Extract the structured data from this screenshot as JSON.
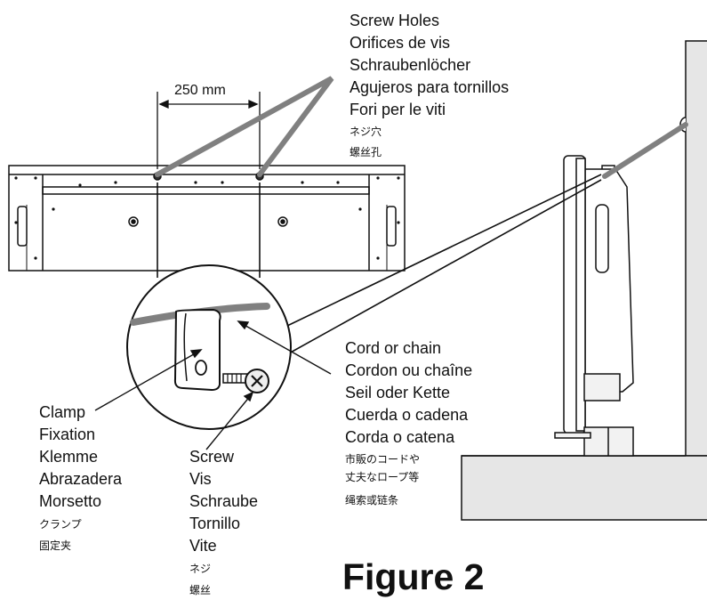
{
  "dimension": "250 mm",
  "screw_holes": {
    "lines": [
      "Screw Holes",
      "Orifices de vis",
      "Schraubenlöcher",
      "Agujeros para tornillos",
      "Fori per le viti"
    ],
    "small": [
      "ネジ穴",
      "螺丝孔"
    ]
  },
  "cord": {
    "lines": [
      "Cord or chain",
      "Cordon ou chaîne",
      "Seil oder Kette",
      "Cuerda o cadena",
      "Corda o catena"
    ],
    "small": [
      "市販のコードや",
      "丈夫なロープ等",
      "绳索或链条"
    ]
  },
  "clamp": {
    "lines": [
      "Clamp",
      "Fixation",
      "Klemme",
      "Abrazadera",
      "Morsetto"
    ],
    "small": [
      "クランプ",
      "固定夹"
    ]
  },
  "screw": {
    "lines": [
      "Screw",
      "Vis",
      "Schraube",
      "Tornillo",
      "Vite"
    ],
    "small": [
      "ネジ",
      "螺丝"
    ]
  },
  "figure_title": "Figure 2",
  "colors": {
    "ink": "#111111",
    "cord": "#808080",
    "wall": "#e6e6e6",
    "panel": "#f2f2f2"
  }
}
